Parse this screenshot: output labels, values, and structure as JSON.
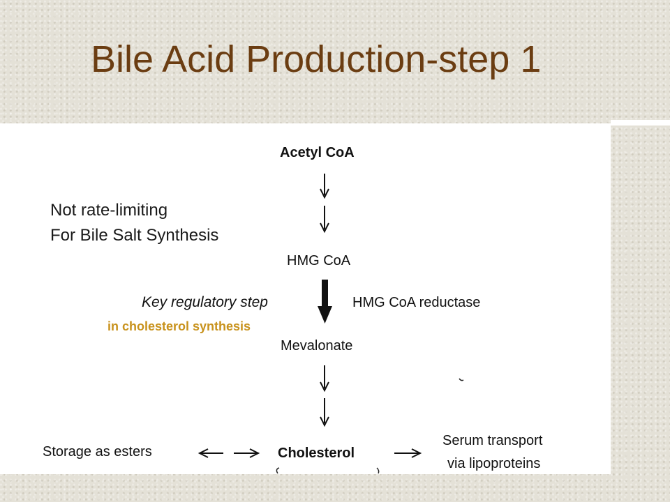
{
  "slide": {
    "title": "Bile Acid Production-step 1"
  },
  "diagram": {
    "nodes": {
      "acetyl_coa": "Acetyl CoA",
      "hmg_coa": "HMG CoA",
      "mevalonate": "Mevalonate",
      "cholesterol": "Cholesterol"
    },
    "note": {
      "line1": "Not rate-limiting",
      "line2": "For Bile Salt Synthesis"
    },
    "key_step": {
      "line1": "Key regulatory step",
      "line2": "in cholesterol synthesis"
    },
    "enzyme": "HMG CoA reductase",
    "outputs": {
      "storage": "Storage as esters",
      "serum_line1": "Serum transport",
      "serum_line2": "via lipoproteins"
    },
    "colors": {
      "title": "#6b3d12",
      "highlight": "#c8921c",
      "panel": "#ffffff",
      "background": "#e4e1d7"
    }
  }
}
